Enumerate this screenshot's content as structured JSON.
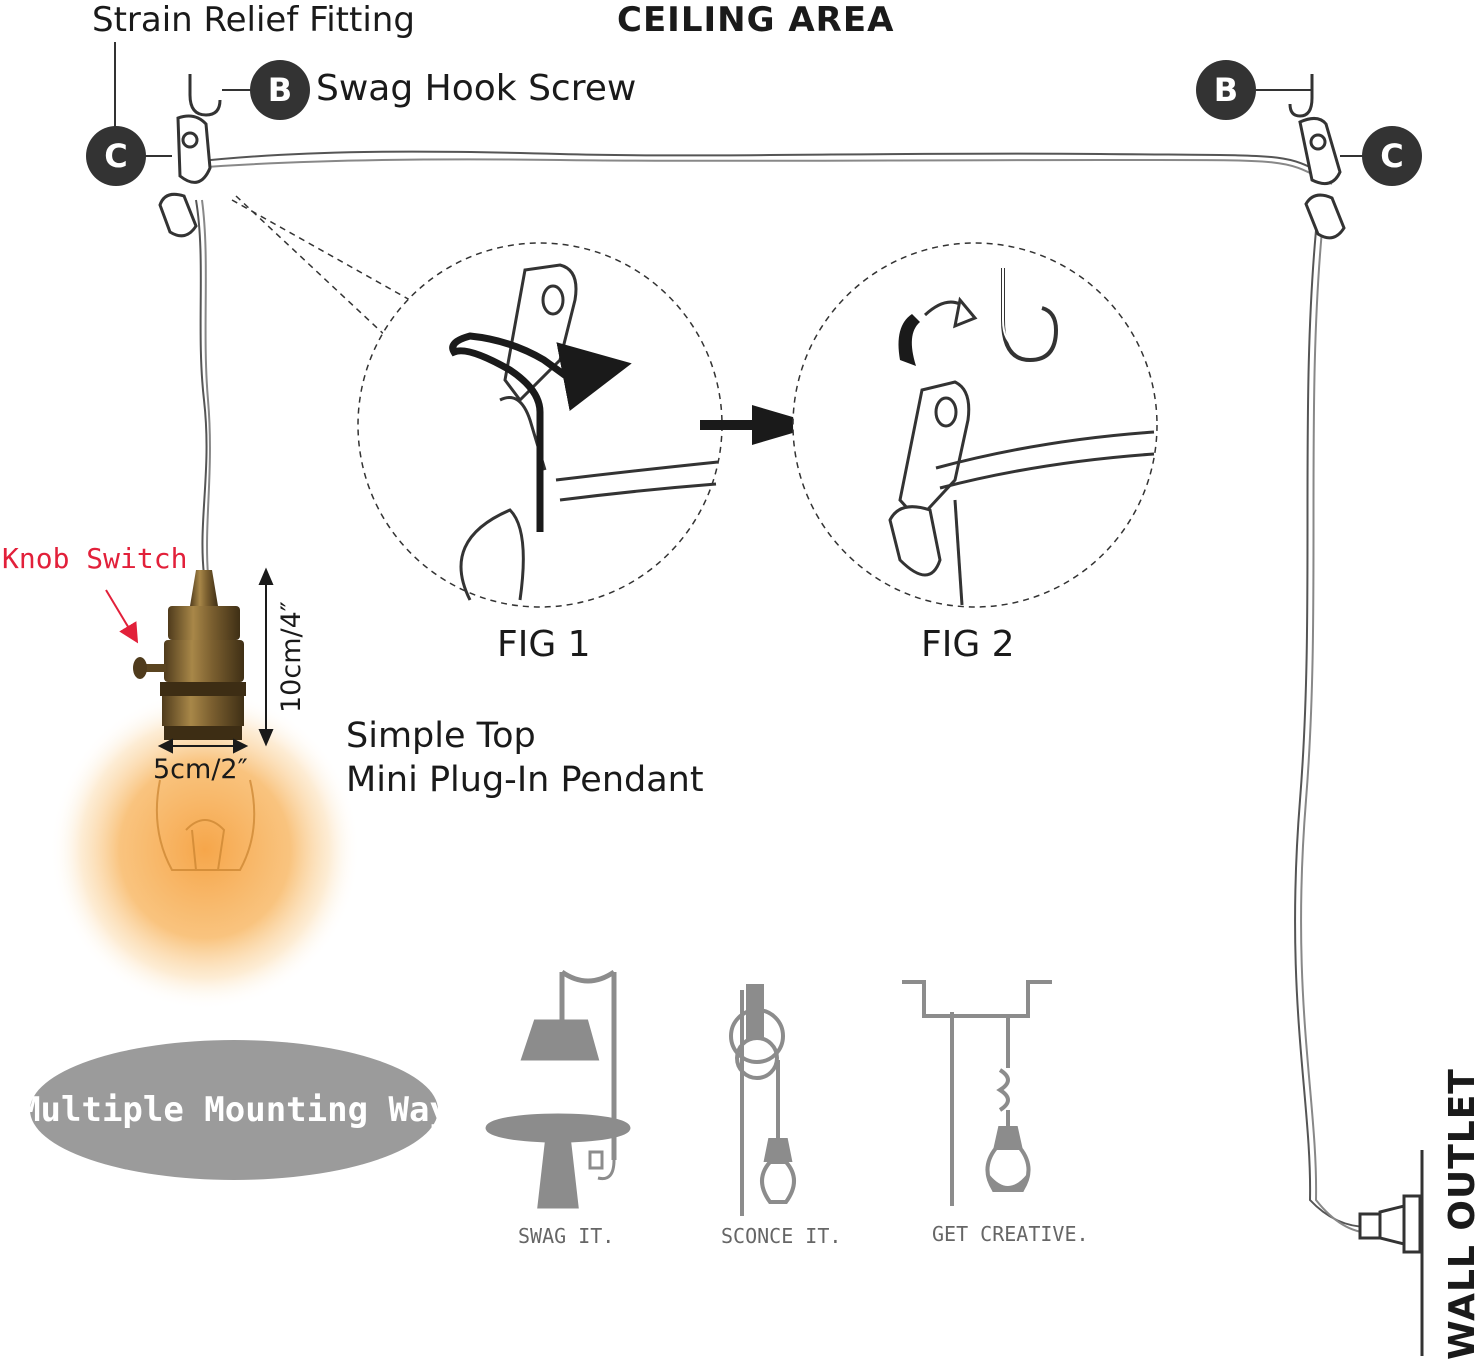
{
  "labels": {
    "strain_relief": "Strain Relief Fitting",
    "ceiling_area": "CEILING AREA",
    "swag_hook": "Swag Hook Screw",
    "fig1": "FIG 1",
    "fig2": "FIG 2",
    "knob_switch": "Knob Switch",
    "simple_top": "Simple Top",
    "mini_pendant": "Mini Plug-In Pendant",
    "dim_width": "5cm/2″",
    "dim_height": "10cm/4″",
    "multiple_mounting": "Multiple Mounting Way",
    "swag_it": "SWAG IT.",
    "sconce_it": "SCONCE IT.",
    "get_creative": "GET CREATIVE.",
    "wall_outlet": "WALL OUTLET"
  },
  "badges": {
    "b": "B",
    "c": "C"
  },
  "colors": {
    "badge": "#333333",
    "knob_label": "#e2203a",
    "bulb_glow": "#f5a64a",
    "brass": "#8a6a34",
    "oval": "#9b9b9b",
    "icon_gray": "#8c8c8c"
  }
}
